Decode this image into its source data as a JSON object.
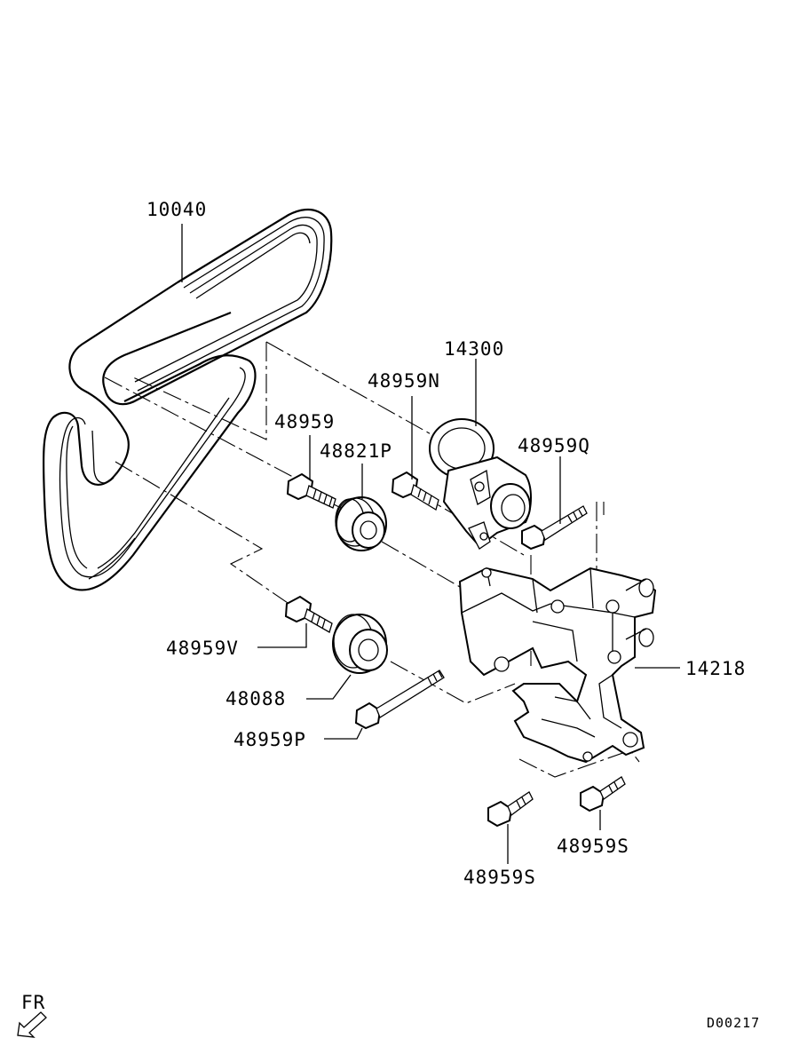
{
  "parts": {
    "belt": "10040",
    "tensioner": "14300",
    "bolt_n": "48959N",
    "bolt": "48959",
    "pulley_p": "48821P",
    "bolt_q": "48959Q",
    "bolt_v": "48959V",
    "bracket": "14218",
    "idler": "48088",
    "bolt_p": "48959P",
    "bolt_s_right": "48959S",
    "bolt_s_left": "48959S"
  },
  "direction_label": "FR",
  "diagram_code": "D00217"
}
